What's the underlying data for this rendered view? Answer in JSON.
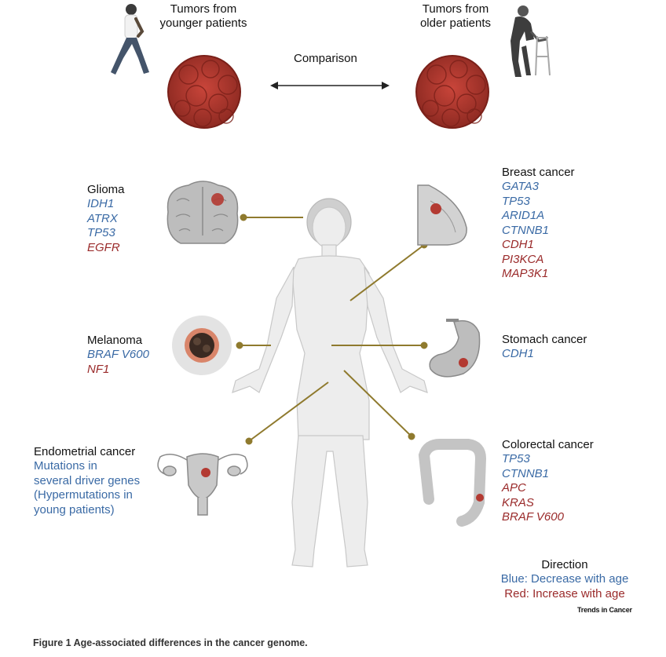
{
  "header": {
    "young_label": "Tumors from\nyounger patients",
    "old_label": "Tumors from\nolder patients",
    "comparison": "Comparison"
  },
  "cancers": {
    "glioma": {
      "title": "Glioma",
      "genes": [
        {
          "name": "IDH1",
          "dir": "blue"
        },
        {
          "name": "ATRX",
          "dir": "blue"
        },
        {
          "name": "TP53",
          "dir": "blue"
        },
        {
          "name": "EGFR",
          "dir": "red"
        }
      ]
    },
    "melanoma": {
      "title": "Melanoma",
      "genes": [
        {
          "name": "BRAF V600",
          "dir": "blue"
        },
        {
          "name": "NF1",
          "dir": "red"
        }
      ]
    },
    "endometrial": {
      "title": "Endometrial cancer",
      "note": "Mutations in\nseveral driver genes\n(Hypermutations in\nyoung patients)"
    },
    "breast": {
      "title": "Breast cancer",
      "genes": [
        {
          "name": "GATA3",
          "dir": "blue"
        },
        {
          "name": "TP53",
          "dir": "blue"
        },
        {
          "name": "ARID1A",
          "dir": "blue"
        },
        {
          "name": "CTNNB1",
          "dir": "blue"
        },
        {
          "name": "CDH1",
          "dir": "red"
        },
        {
          "name": "PI3KCA",
          "dir": "red"
        },
        {
          "name": "MAP3K1",
          "dir": "red"
        }
      ]
    },
    "stomach": {
      "title": "Stomach cancer",
      "genes": [
        {
          "name": "CDH1",
          "dir": "blue"
        }
      ]
    },
    "colorectal": {
      "title": "Colorectal cancer",
      "genes": [
        {
          "name": "TP53",
          "dir": "blue"
        },
        {
          "name": "CTNNB1",
          "dir": "blue"
        },
        {
          "name": "APC",
          "dir": "red"
        },
        {
          "name": "KRAS",
          "dir": "red"
        },
        {
          "name": "BRAF V600",
          "dir": "red"
        }
      ]
    }
  },
  "legend": {
    "title": "Direction",
    "blue": "Blue: Decrease with age",
    "red": "Red: Increase with age"
  },
  "brand": "Trends in Cancer",
  "caption": "Figure 1 Age-associated differences in the cancer genome.",
  "colors": {
    "blue": "#3a6aa5",
    "red": "#9a2a2a",
    "leader": "#8f7a2e",
    "tumor": "#b0382f",
    "body": "#ededed",
    "organ": "#c9c9c9"
  }
}
